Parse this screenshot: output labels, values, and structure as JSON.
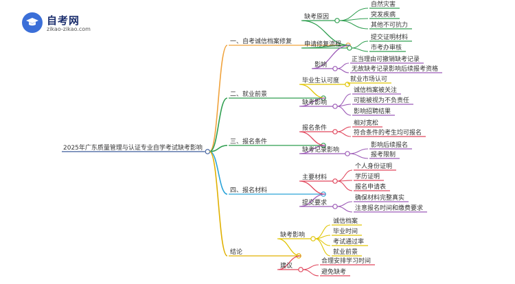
{
  "logo": {
    "title": "自考网",
    "url": "zikao-zikao.com",
    "icon": "graduation-cap-icon",
    "color": "#3b6fd8"
  },
  "mindmap": {
    "root": "2025年广东质量管理与认证专业自学考试缺考影响",
    "branches": [
      {
        "label": "一、自考诚信档案修复",
        "color": "#f0a23b",
        "children": [
          {
            "label": "缺考原因",
            "color": "#2e9e4f",
            "children": [
              "自然灾害",
              "突发疾病",
              "其他不可抗力"
            ]
          },
          {
            "label": "申请修复流程",
            "color": "#2e9e4f",
            "children": [
              "提交证明材料",
              "市考办审核"
            ]
          },
          {
            "label": "影响",
            "color": "#9b59b6",
            "children": [
              "正当理由可撤销缺考记录",
              "无故缺考记录影响后续报考资格"
            ]
          }
        ]
      },
      {
        "label": "二、就业前景",
        "color": "#2e9e4f",
        "children": [
          {
            "label": "毕业生认可度",
            "color": "#e0c400",
            "children": [
              "就业市场认可"
            ]
          },
          {
            "label": "缺考影响",
            "color": "#9b59b6",
            "children": [
              "诚信档案被关注",
              "可能被视为不负责任",
              "影响招聘结果"
            ]
          }
        ]
      },
      {
        "label": "三、报名条件",
        "color": "#2e9e4f",
        "children": [
          {
            "label": "报名条件",
            "color": "#e0445a",
            "children": [
              "相对宽松",
              "符合条件的考生均可报名"
            ]
          },
          {
            "label": "缺考记录影响",
            "color": "#9b59b6",
            "children": [
              "影响后续报名",
              "报考限制"
            ]
          }
        ]
      },
      {
        "label": "四、报名材料",
        "color": "#2aa3d8",
        "children": [
          {
            "label": "主要材料",
            "color": "#e0445a",
            "children": [
              "个人身份证明",
              "学历证明",
              "报名申请表"
            ]
          },
          {
            "label": "提交要求",
            "color": "#9b59b6",
            "children": [
              "确保材料完整真实",
              "注意报名时间和缴费要求"
            ]
          }
        ]
      },
      {
        "label": "结论",
        "color": "#e0b000",
        "children": [
          {
            "label": "缺考影响",
            "color": "#e0c400",
            "children": [
              "诚信档案",
              "毕业时间",
              "考试通过率",
              "就业前景"
            ]
          },
          {
            "label": "建议",
            "color": "#e0445a",
            "children": [
              "合理安排学习时间",
              "避免缺考"
            ]
          }
        ]
      }
    ]
  }
}
